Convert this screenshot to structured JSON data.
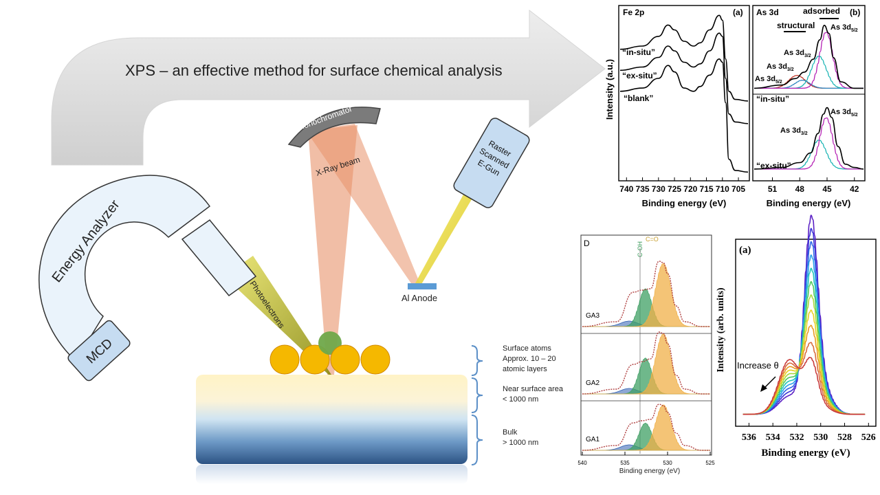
{
  "headline": "XPS – an effective method for surface chemical analysis",
  "schematic": {
    "monochromator": "Monochromator",
    "xray_beam": "X-Ray beam",
    "egun": [
      "Raster",
      "Scanned",
      "E-Gun"
    ],
    "energy_analyzer": "Energy Analyzer",
    "mcd": "MCD",
    "photoelectrons": "Photoelectrons",
    "anode": "Al Anode",
    "layers": [
      {
        "lines": [
          "Surface atoms",
          "Approx. 10 – 20",
          "atomic layers"
        ]
      },
      {
        "lines": [
          "Near surface area",
          "< 1000 nm"
        ]
      },
      {
        "lines": [
          "Bulk",
          "> 1000 nm"
        ]
      }
    ]
  },
  "chart_data": [
    {
      "type": "line",
      "panel": "(a)",
      "corner_label": "Fe 2p",
      "xlabel": "Binding energy (eV)",
      "ylabel": "Intensity (a.u.)",
      "xlim": [
        742,
        702
      ],
      "x_reversed": true,
      "x_ticks": [
        740,
        735,
        730,
        725,
        720,
        715,
        710,
        705
      ],
      "series": [
        {
          "name": "“in-situ”",
          "x": [
            742,
            735,
            730,
            727,
            725,
            722,
            719,
            717,
            714,
            711,
            710,
            709,
            708,
            706,
            702
          ],
          "y": [
            0.78,
            0.8,
            0.86,
            0.93,
            0.9,
            0.83,
            0.8,
            0.82,
            0.9,
            0.99,
            0.96,
            0.72,
            0.52,
            0.47,
            0.46
          ]
        },
        {
          "name": "“ex-situ”",
          "x": [
            742,
            735,
            730,
            727,
            725,
            722,
            719,
            717,
            714,
            711,
            710,
            709,
            708,
            706,
            702
          ],
          "y": [
            0.65,
            0.67,
            0.73,
            0.8,
            0.77,
            0.7,
            0.67,
            0.69,
            0.77,
            0.88,
            0.86,
            0.6,
            0.38,
            0.33,
            0.32
          ]
        },
        {
          "name": "“blank”",
          "x": [
            742,
            735,
            730,
            727,
            725,
            722,
            719,
            717,
            714,
            711,
            710,
            709,
            708,
            706,
            702
          ],
          "y": [
            0.52,
            0.54,
            0.6,
            0.68,
            0.64,
            0.54,
            0.52,
            0.55,
            0.62,
            0.72,
            0.7,
            0.45,
            0.1,
            0.03,
            0.02
          ]
        }
      ]
    },
    {
      "type": "line",
      "panel": "(b)",
      "corner_label": "As 3d",
      "annotations": [
        "structural",
        "adsorbed",
        "As 3d5/2",
        "As 3d3/2"
      ],
      "xlabel": "Binding energy (eV)",
      "xlim": [
        53,
        41
      ],
      "x_reversed": true,
      "x_ticks": [
        51,
        48,
        45,
        42
      ],
      "series": [
        {
          "name": "“in-situ”",
          "x": [
            53,
            50,
            48.5,
            47.5,
            46.5,
            45.8,
            45.3,
            44.8,
            44.3,
            43.5,
            42,
            41
          ],
          "y": [
            0.56,
            0.58,
            0.62,
            0.66,
            0.74,
            0.86,
            0.95,
            0.9,
            0.75,
            0.6,
            0.56,
            0.56
          ]
        },
        {
          "name": "“ex-situ”",
          "x": [
            53,
            50,
            48,
            46.8,
            46,
            45.4,
            45,
            44.5,
            43.8,
            43,
            42,
            41
          ],
          "y": [
            0.06,
            0.07,
            0.1,
            0.16,
            0.28,
            0.4,
            0.44,
            0.38,
            0.2,
            0.09,
            0.07,
            0.06
          ]
        }
      ]
    },
    {
      "type": "line",
      "panel": "D",
      "peak_labels": [
        "C-OH",
        "C=O"
      ],
      "xlabel": "Binding energy (eV)",
      "xlim": [
        540,
        525
      ],
      "x_reversed": true,
      "x_ticks": [
        540,
        535,
        530,
        525
      ],
      "series": [
        {
          "name": "GA3",
          "x": [
            540,
            536,
            534,
            533,
            532,
            531,
            530.5,
            530,
            529,
            528,
            526,
            525
          ],
          "y": [
            0.05,
            0.12,
            0.55,
            0.58,
            0.6,
            1.0,
            0.98,
            0.82,
            0.35,
            0.12,
            0.05,
            0.05
          ]
        },
        {
          "name": "GA2",
          "x": [
            540,
            536,
            534,
            533,
            532,
            531,
            530.5,
            530,
            529,
            528,
            526,
            525
          ],
          "y": [
            0.05,
            0.12,
            0.48,
            0.52,
            0.56,
            0.95,
            0.93,
            0.78,
            0.32,
            0.12,
            0.05,
            0.05
          ]
        },
        {
          "name": "GA1",
          "x": [
            540,
            536,
            534,
            533,
            532,
            531,
            530.5,
            530,
            529,
            528,
            526,
            525
          ],
          "y": [
            0.05,
            0.12,
            0.45,
            0.48,
            0.5,
            0.72,
            0.7,
            0.6,
            0.3,
            0.12,
            0.05,
            0.05
          ]
        }
      ]
    },
    {
      "type": "line",
      "panel": "(a)",
      "annotation": "Increase θ",
      "xlabel": "Binding energy (eV)",
      "ylabel": "Intensity (arb. units)",
      "xlim": [
        537,
        525.5
      ],
      "x_reversed": true,
      "x_ticks": [
        536,
        534,
        532,
        530,
        528,
        526
      ],
      "series_peak_heights": [
        1.0,
        0.93,
        0.86,
        0.79,
        0.72,
        0.65,
        0.58,
        0.5,
        0.42,
        0.33,
        0.25
      ],
      "series_shoulder_heights": [
        0.1,
        0.12,
        0.14,
        0.16,
        0.18,
        0.2,
        0.22,
        0.24,
        0.26,
        0.28,
        0.3
      ],
      "series_colors": [
        "#5a1fc4",
        "#3a35d8",
        "#2f66e6",
        "#2aa2e8",
        "#20c6b8",
        "#4cc85a",
        "#a8d83c",
        "#e8d020",
        "#e89a20",
        "#d86a3a",
        "#c83a3a"
      ]
    }
  ]
}
